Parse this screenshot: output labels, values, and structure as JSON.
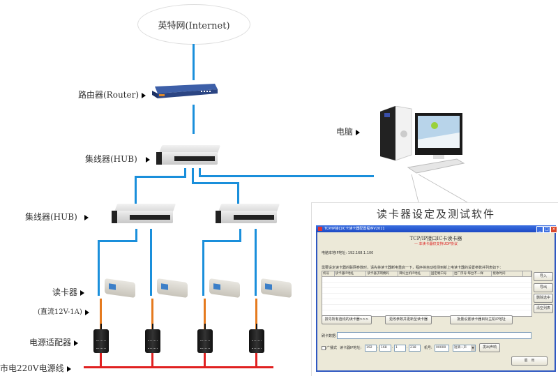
{
  "diagram": {
    "internet": {
      "label": "英特网(Internet)"
    },
    "labels": {
      "router": "路由器(Router)",
      "hub_main": "集线器(HUB)",
      "hub_sub": "集线器(HUB)",
      "computer": "电脑",
      "reader": "读卡器",
      "dc_power": "(直流12V-1A)",
      "adapter": "电源适配器",
      "mains": "市电220V电源线"
    },
    "colors": {
      "network": "#1a8fdb",
      "dc": "#e57a1e",
      "mains": "#e02020"
    }
  },
  "software": {
    "section_title": "读卡器设定及测试软件",
    "window_title": "TCP/IP接口IC卡读卡器配置程序V2011",
    "heading": "TCP/IP接口IC卡读卡器",
    "subheading": "— 本读卡器仅支持UDP协议",
    "local_ip_label": "电脑本地IP地址:",
    "local_ip_value": "192.168.1.100",
    "instruction": "需要设定读卡器的联网参数时，请先将读卡器断电重启一下，程序将自动检测到新上电读卡器的设置参数并列表如下：",
    "table": {
      "columns": [
        "机号",
        "读卡器IP地址",
        "读卡器子网掩码",
        "目标主机IP地址",
        "固定端口号",
        "出厂序号:每台不一样",
        "接收时间"
      ],
      "rows": []
    },
    "side_buttons": [
      "导入",
      "导出",
      "删除选中",
      "清空列表"
    ],
    "bottom_buttons": [
      "搜寻所有连线的读卡器>>>",
      "更改参数并更新至读卡器",
      "批量设置读卡器目标主机IP地址"
    ],
    "card_data_label": "刷卡数据:",
    "card_data_value": "",
    "broadcast_label": "广播式",
    "broadcast_checked": false,
    "reader_ip_label": "读卡器IP地址:",
    "ip_parts": [
      "192",
      "168",
      "1",
      "218"
    ],
    "machine_no_label": "机号:",
    "machine_no_value": "00000",
    "beep_select": "短滴一声",
    "beep_button": "发出声响",
    "exit_button": "退　出"
  }
}
